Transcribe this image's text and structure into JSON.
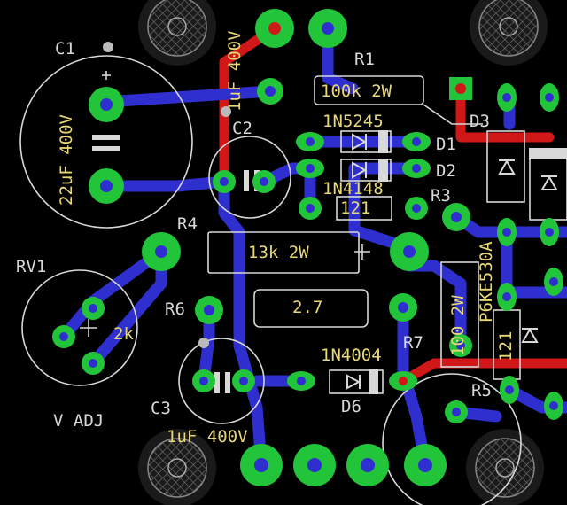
{
  "board": {
    "background": "#000000",
    "colors": {
      "bottom_trace": "#2f2fd0",
      "top_trace": "#d01818",
      "pad": "#22c43a",
      "via": "#2f2fd0",
      "silkscreen": "#e0e0e0",
      "value_text": "#e8d878",
      "name_text": "#d8d8d8"
    }
  },
  "components": {
    "c1": {
      "name": "C1",
      "value": "22uF 400V"
    },
    "c2": {
      "name": "C2",
      "value": "1uF 400V"
    },
    "c3": {
      "name": "C3",
      "value": "1uF 400V"
    },
    "r1": {
      "name": "R1",
      "value": "100k 2W"
    },
    "r3": {
      "name": "R3",
      "value": "121"
    },
    "r4": {
      "name": "R4",
      "value": "13k 2W"
    },
    "r5": {
      "name": "R5",
      "value": "121"
    },
    "r6": {
      "name": "R6",
      "value": "2.7"
    },
    "r7": {
      "name": "R7",
      "value": "100 2W"
    },
    "d1": {
      "name": "D1",
      "value": "1N5245"
    },
    "d2": {
      "name": "D2",
      "value": "1N4148"
    },
    "d3": {
      "name": "D3",
      "value": "P6KE530A"
    },
    "d6": {
      "name": "D6",
      "value": "1N4004"
    },
    "rv1": {
      "name": "RV1",
      "value": "2k",
      "label": "V ADJ"
    }
  }
}
